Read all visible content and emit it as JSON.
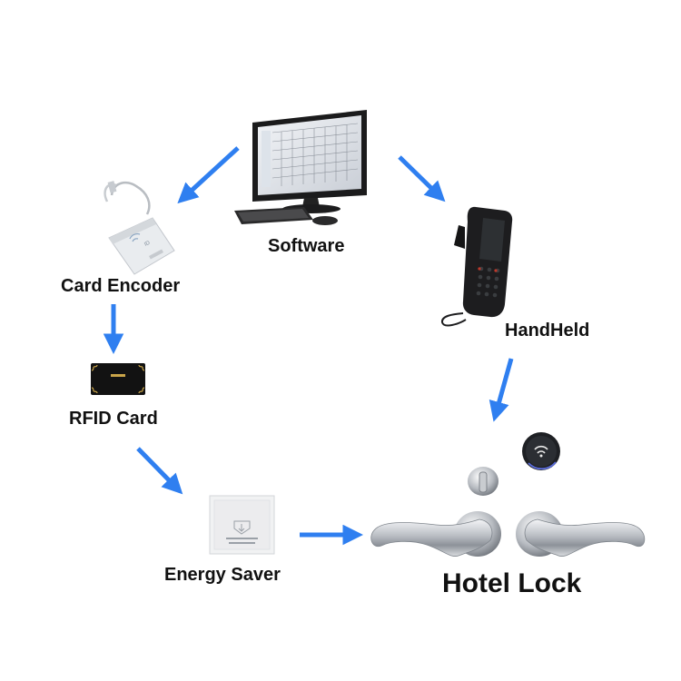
{
  "nodes": {
    "software": "Software",
    "card_encoder": "Card Encoder",
    "rfid_card": "RFID Card",
    "energy_saver": "Energy Saver",
    "handheld": "HandHeld",
    "hotel_lock": "Hotel Lock"
  },
  "edges": [
    {
      "from": "software",
      "to": "card_encoder"
    },
    {
      "from": "software",
      "to": "handheld"
    },
    {
      "from": "card_encoder",
      "to": "rfid_card"
    },
    {
      "from": "rfid_card",
      "to": "energy_saver"
    },
    {
      "from": "energy_saver",
      "to": "hotel_lock"
    },
    {
      "from": "handheld",
      "to": "hotel_lock"
    }
  ],
  "colors": {
    "arrow": "#2f7ff0",
    "label": "#111111"
  },
  "icons": [
    "computer-icon",
    "card-encoder-icon",
    "rfid-card-icon",
    "energy-saver-icon",
    "handheld-icon",
    "door-handle-icon",
    "lock-reader-icon"
  ]
}
